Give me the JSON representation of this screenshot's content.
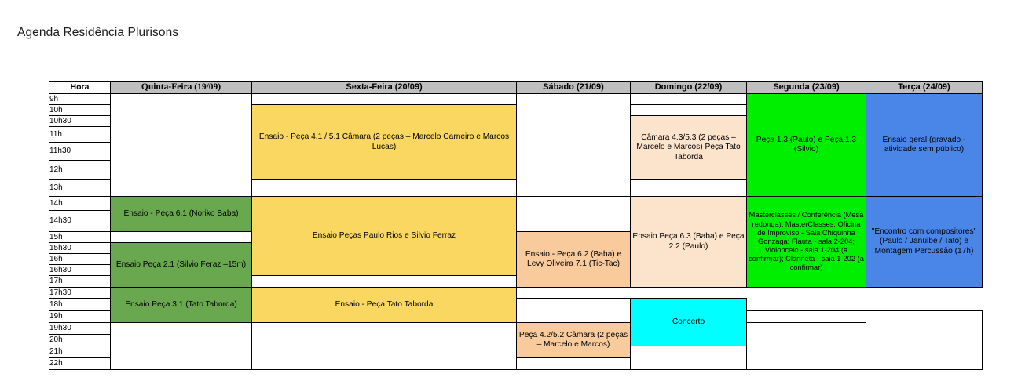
{
  "page": {
    "title": "Agenda Residência Plurisons"
  },
  "schedule": {
    "columns": [
      {
        "key": "hora",
        "label": "Hora",
        "style": "hora"
      },
      {
        "key": "qui",
        "label": "Quinta-Feira (19/09)",
        "style": "serif"
      },
      {
        "key": "sex",
        "label": "Sexta-Feira (20/09)",
        "style": "sans"
      },
      {
        "key": "sab",
        "label": "Sábado (21/09)",
        "style": "sans"
      },
      {
        "key": "dom",
        "label": "Domingo (22/09)",
        "style": "sans"
      },
      {
        "key": "seg",
        "label": "Segunda (23/09)",
        "style": "sans"
      },
      {
        "key": "ter",
        "label": "Terça (24/09)",
        "style": "sans"
      }
    ],
    "times": [
      "9h",
      "10h",
      "10h30",
      "11h",
      "11h30",
      "12h",
      "13h",
      "14h",
      "14h30",
      "15h",
      "15h30",
      "16h",
      "16h30",
      "17h",
      "17h30",
      "18h",
      "19h",
      "19h30",
      "20h",
      "21h",
      "22h"
    ],
    "events": {
      "qui_ensaio_61": "Ensaio - Peça 6.1 (Noriko Baba)",
      "qui_ensaio_21": "Ensaio Peça 2.1 (Silvio Feraz –15m)",
      "qui_ensaio_31": "Ensaio Peça 3.1 (Tato Taborda)",
      "sex_ensaio_camara": "Ensaio - Peça 4.1 / 5.1 Câmara (2 peças – Marcelo Carneiro e Marcos Lucas)",
      "sex_ensaio_pecas": "Ensaio Peças Paulo Rios e Silvio Ferraz",
      "sex_ensaio_tato": "Ensaio - Peça Tato Taborda",
      "sab_ensaio_62": "Ensaio - Peça 6.2 (Baba) e Levy Oliveira 7.1 (Tic-Tac)",
      "sab_peca_42": "Peça 4.2/5.2 Câmara (2 peças – Marcelo e Marcos)",
      "dom_camara_43": "Câmara 4.3/5.3 (2 peças – Marcelo e Marcos) Peça Tato Taborda",
      "dom_ensaio_63": "Ensaio Peça 6.3 (Baba) e Peça 2.2 (Paulo)",
      "seg_peca_13": "Peça 1.3 (Paulo) e Peça 1.3 (Silvio)",
      "seg_masterclasses": "Masterclasses / Conferência (Mesa redonda). MasterClasses: Oficina de Improviso - Sala Chiquinha Gonzaga; Flauta - sala 2-204; Violoncelo - sala 1-204 (a confirmar); Clarineta - sala 1-202 (a confirmar)",
      "ter_ensaio_geral": "Ensaio geral (gravado - atividade sem público)",
      "ter_encontro": "\"Encontro com compositores\" (Paulo / Januibe / Tato) e Montagem Percussão (17h)",
      "ter_concerto": "Concerto"
    },
    "colors": {
      "green": "#6aa84f",
      "yellow": "#fad761",
      "peach": "#f9cb9c",
      "peach_light": "#fce3cb",
      "lime": "#00ee00",
      "blue": "#4a86e8",
      "cyan": "#00ffff",
      "header_gray": "#bfbfbf"
    }
  }
}
